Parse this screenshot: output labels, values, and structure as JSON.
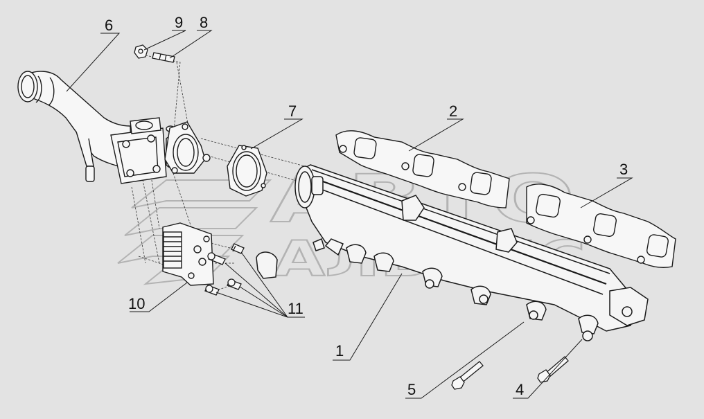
{
  "callouts": {
    "c1": "1",
    "c2": "2",
    "c3": "3",
    "c4": "4",
    "c5": "5",
    "c6": "6",
    "c7": "7",
    "c8": "8",
    "c9": "9",
    "c10": "10",
    "c11": "11"
  },
  "watermark": {
    "line1": "АВТО",
    "line2": "АЛЬЯНС"
  },
  "colors": {
    "background": "#e3e3e3",
    "line": "#1a1a1a",
    "watermark": "#b3b3b3"
  }
}
